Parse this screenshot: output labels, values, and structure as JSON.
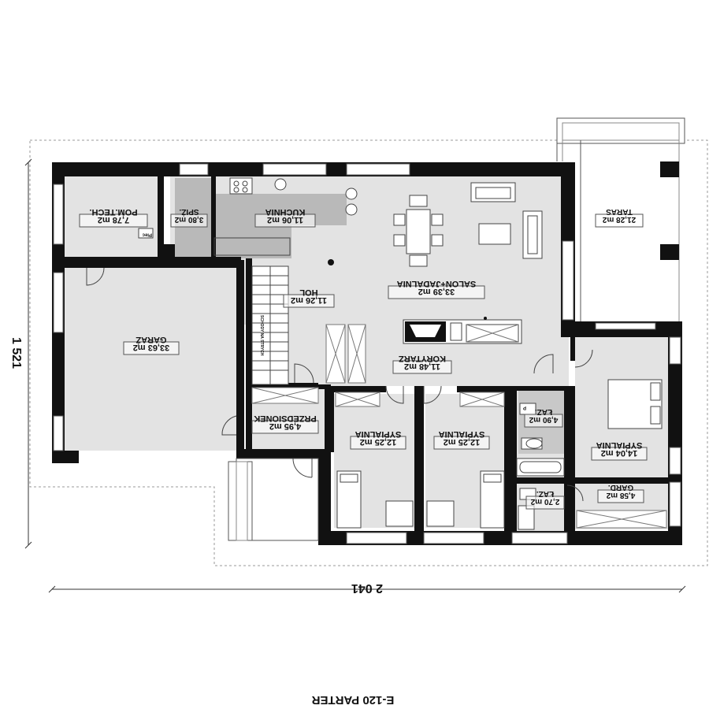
{
  "rooms": [
    {
      "id": "pomtech",
      "name": "POM.TECH.",
      "area": "7,78 m2"
    },
    {
      "id": "spiz",
      "name": "SPIŻ.",
      "area": "3,80 m2"
    },
    {
      "id": "kuchnia",
      "name": "KUCHNIA",
      "area": "11,06 m2"
    },
    {
      "id": "salon",
      "name": "SALON+JADALNIA",
      "area": "33,39 m2"
    },
    {
      "id": "taras",
      "name": "TARAS",
      "area": "21,28 m2"
    },
    {
      "id": "garaz",
      "name": "GARAŻ",
      "area": "33,63 m2"
    },
    {
      "id": "hol",
      "name": "HOL",
      "area": "11,26 m2"
    },
    {
      "id": "korytarz",
      "name": "KORYTARZ",
      "area": "11,48 m2"
    },
    {
      "id": "przedsionek",
      "name": "PRZEDSIONEK",
      "area": "4,95 m2"
    },
    {
      "id": "sypialnia1",
      "name": "SYPIALNIA",
      "area": "12,25 m2"
    },
    {
      "id": "sypialnia2",
      "name": "SYPIALNIA",
      "area": "12,25 m2"
    },
    {
      "id": "lazienka1",
      "name": "ŁAZ.",
      "area": "4,90 m2"
    },
    {
      "id": "sypialnia3",
      "name": "SYPIALNIA",
      "area": "14,04 m2"
    },
    {
      "id": "lazienka2",
      "name": "ŁAZ.",
      "area": "2,70 m2"
    },
    {
      "id": "garderoba",
      "name": "GARD.",
      "area": "4,58 m2"
    }
  ],
  "small_labels": {
    "piec": "Piec",
    "p": "P",
    "stairs_note": "SCHODY NA STRYCH"
  },
  "dimensions": {
    "width": "2 041",
    "depth": "1 521"
  },
  "caption": "E-120 PARTER",
  "colors": {
    "floor": "#e3e3e3",
    "kitchen": "#b9b9b9",
    "wall": "#111111"
  }
}
